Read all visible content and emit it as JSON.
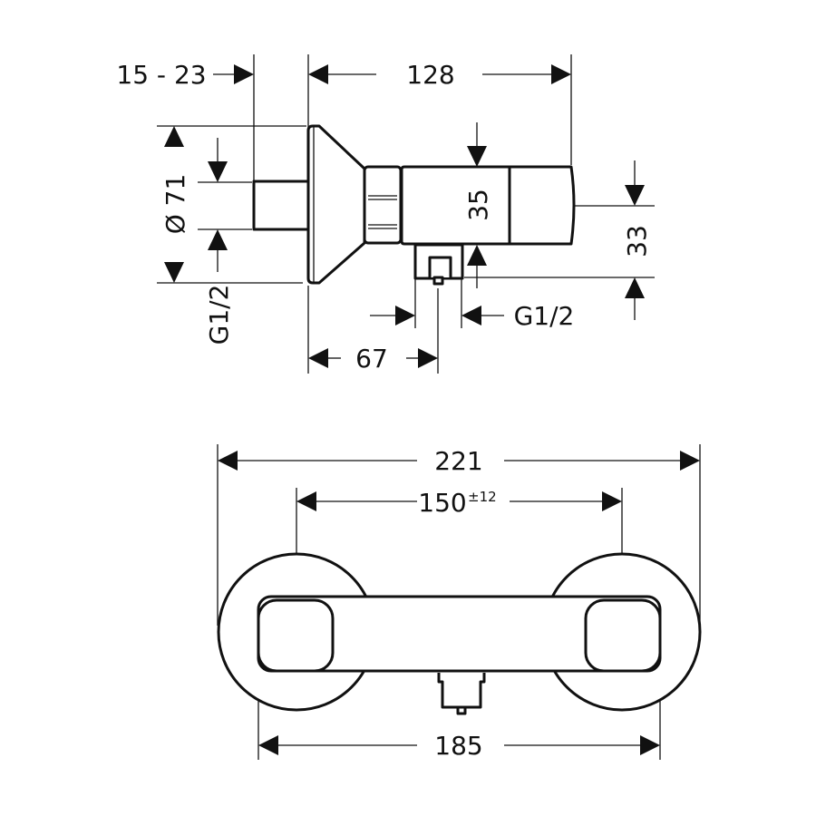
{
  "side_view": {
    "dim_wall_depth": "15 - 23",
    "dim_depth": "128",
    "dim_flange_diameter": "Ø 71",
    "dim_inlet_thread": "G1/2",
    "dim_body_height": "35",
    "dim_outlet_offset": "33",
    "dim_outlet_thread": "G1/2",
    "dim_outlet_distance": "67"
  },
  "front_view": {
    "dim_overall_width": "221",
    "dim_center_distance": "150",
    "dim_center_tolerance": "±12",
    "dim_body_width": "185"
  }
}
